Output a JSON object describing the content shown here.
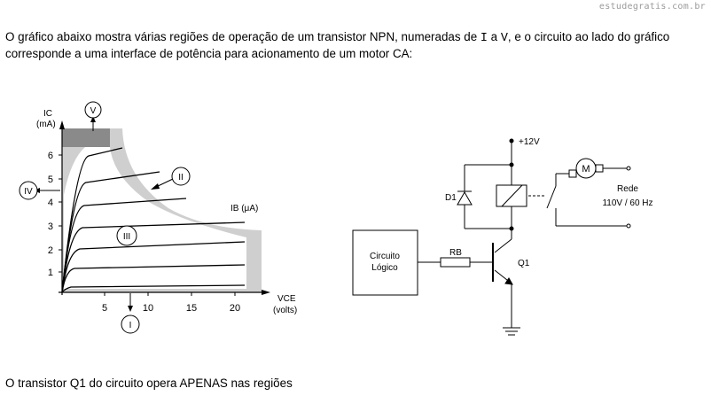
{
  "watermark": "estudegratis.com.br",
  "statement": {
    "part1": "O gráfico abaixo mostra várias regiões de operação de um transistor NPN, numeradas de ",
    "from": "I",
    "part2": " a ",
    "to": "V",
    "part3": ", e o circuito ao lado do gráfico corresponde a uma interface de potência para acionamento de um motor CA:"
  },
  "graph": {
    "y_label": "IC",
    "y_unit": "(mA)",
    "x_label": "VCE",
    "x_unit": "(volts)",
    "ib_label": "IB (μA)",
    "y_ticks": [
      "1",
      "2",
      "3",
      "4",
      "5",
      "6"
    ],
    "x_ticks": [
      "5",
      "10",
      "15",
      "20"
    ],
    "regions": [
      "I",
      "II",
      "III",
      "IV",
      "V"
    ]
  },
  "circuit": {
    "supply": "+12V",
    "diode": "D1",
    "logic_line1": "Circuito",
    "logic_line2": "Lógico",
    "resistor": "RB",
    "transistor": "Q1",
    "motor": "M",
    "mains_line1": "Rede",
    "mains_line2": "110V / 60 Hz"
  },
  "question": "O transistor Q1 do circuito opera APENAS nas regiões"
}
